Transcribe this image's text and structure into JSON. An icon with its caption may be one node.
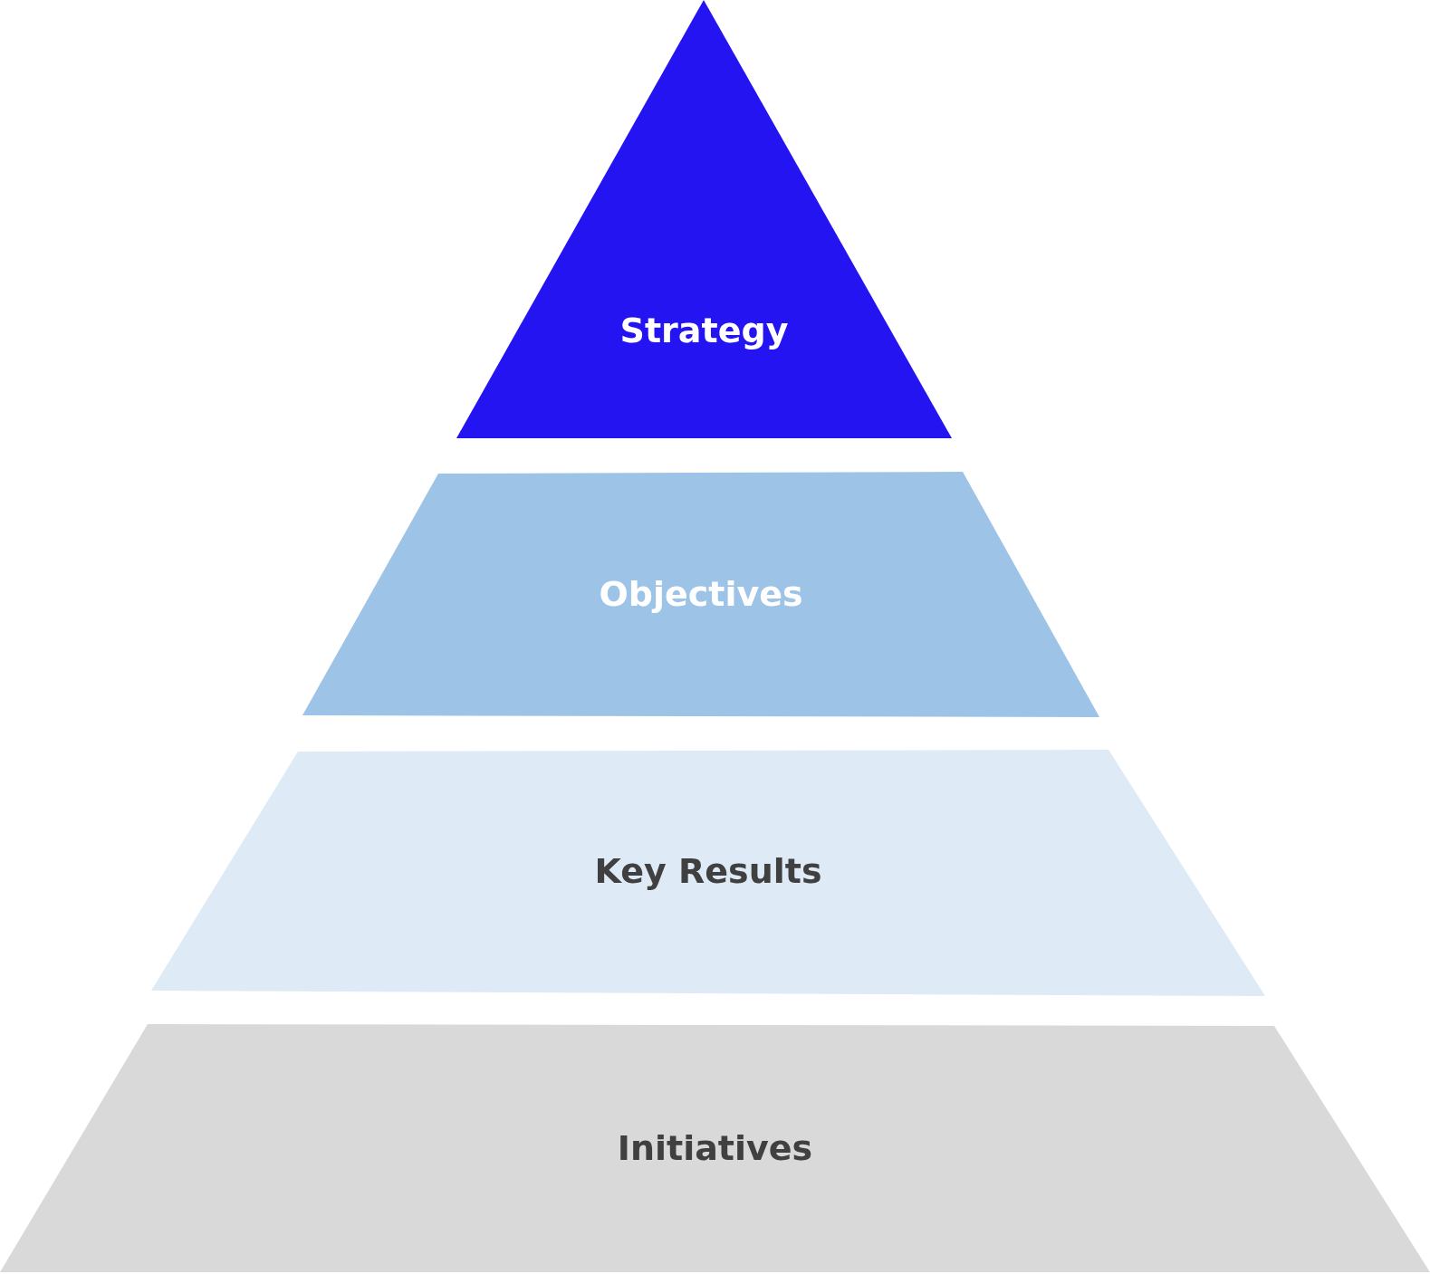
{
  "diagram": {
    "nodes": [
      {
        "text": [
          "Strategy"
        ]
      },
      {
        "text": [
          "Objectives"
        ]
      },
      {
        "text": [
          "Key Results"
        ]
      },
      {
        "text": [
          "Initiatives"
        ]
      }
    ]
  }
}
